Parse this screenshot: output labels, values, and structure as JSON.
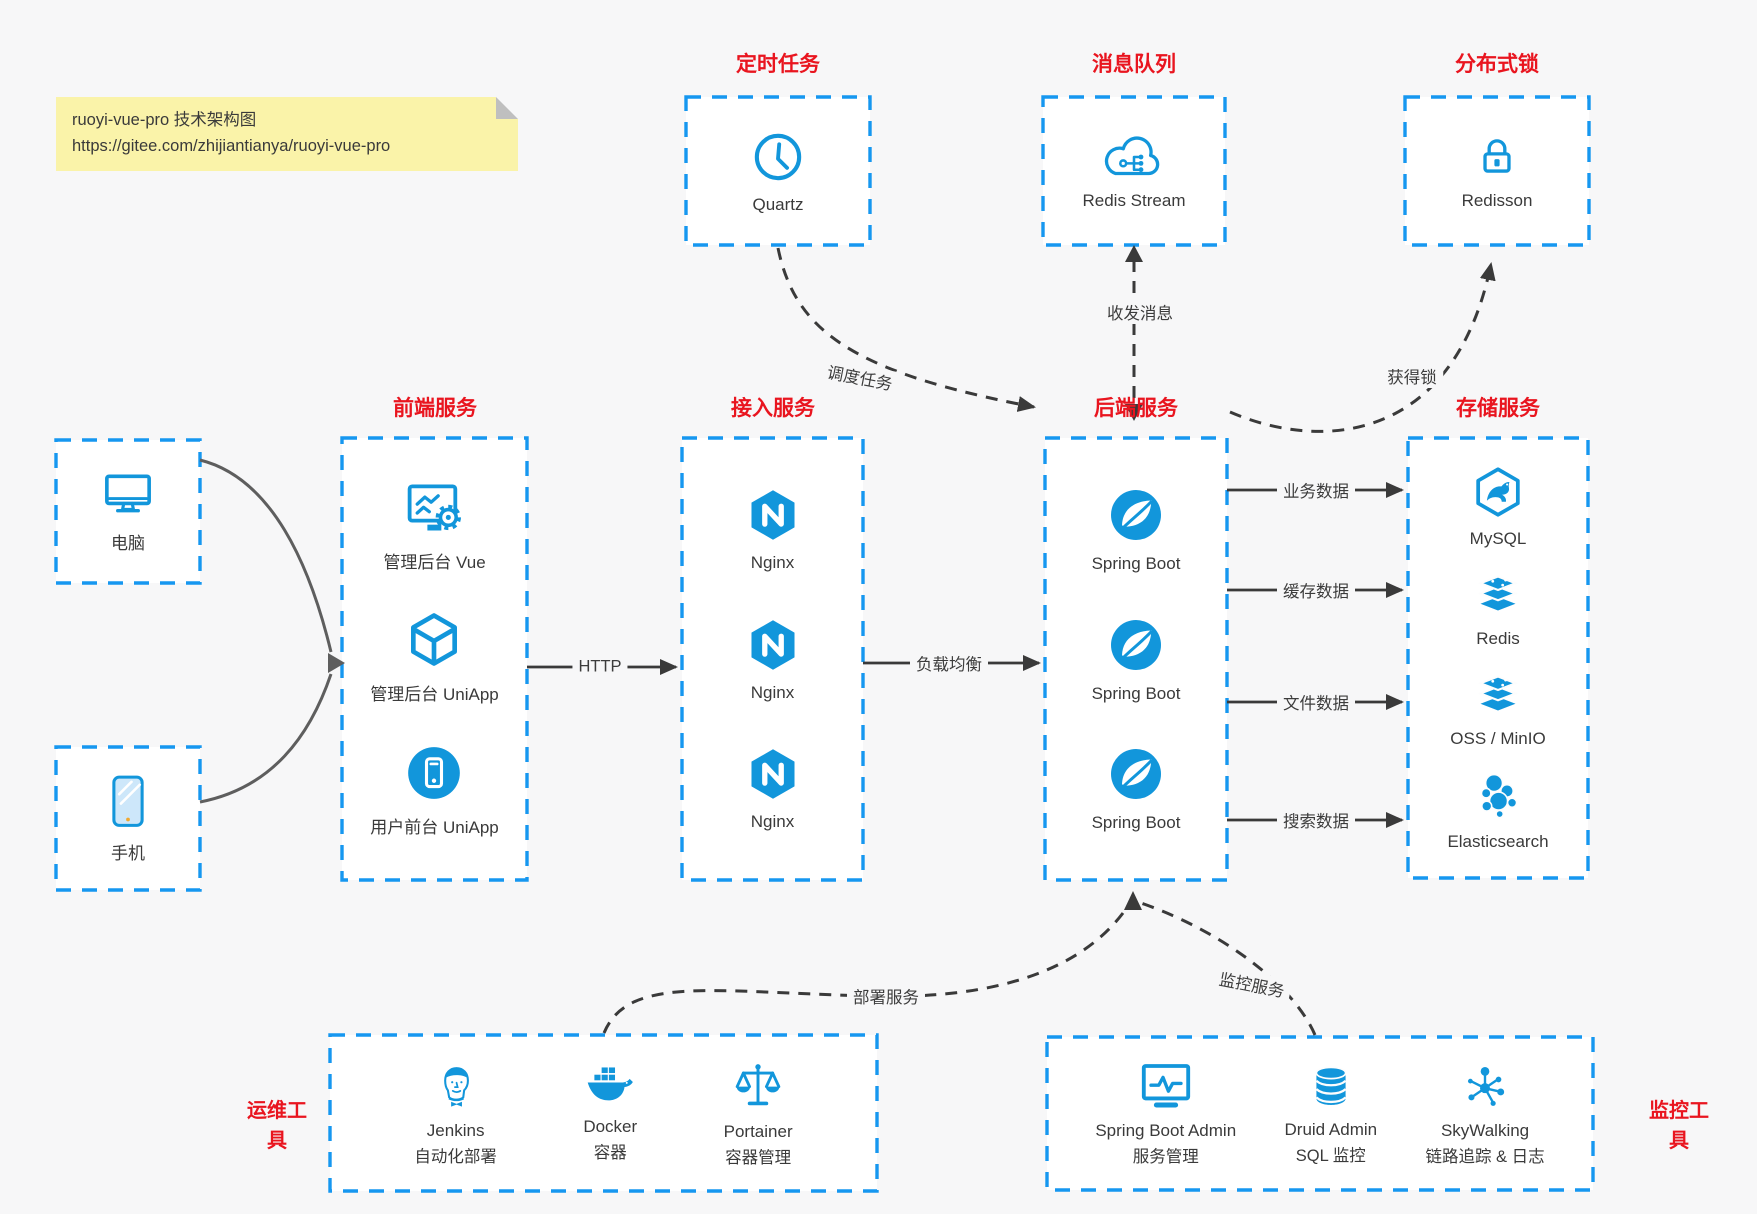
{
  "page": {
    "background": "#f7f7f8"
  },
  "colors": {
    "accent_blue": "#1296db",
    "dash_blue": "#1697f0",
    "title_red": "#e9151f",
    "note_yellow": "#faf3a9",
    "line_dark": "#3a3a3a",
    "line_gray": "#5e5e5e"
  },
  "note": {
    "line1": "ruoyi-vue-pro 技术架构图",
    "line2": "https://gitee.com/zhijiantianya/ruoyi-vue-pro"
  },
  "clients": [
    {
      "label": "电脑",
      "icon": "desktop-icon"
    },
    {
      "label": "手机",
      "icon": "smartphone-icon"
    }
  ],
  "groups": {
    "scheduler": {
      "title": "定时任务",
      "items": [
        {
          "label": "Quartz",
          "icon": "clock-icon"
        }
      ]
    },
    "mq": {
      "title": "消息队列",
      "items": [
        {
          "label": "Redis Stream",
          "icon": "cloud-network-icon"
        }
      ]
    },
    "lock": {
      "title": "分布式锁",
      "items": [
        {
          "label": "Redisson",
          "icon": "padlock-icon"
        }
      ]
    },
    "frontend": {
      "title": "前端服务",
      "items": [
        {
          "label": "管理后台 Vue",
          "icon": "admin-vue-icon"
        },
        {
          "label": "管理后台 UniApp",
          "icon": "cube-icon"
        },
        {
          "label": "用户前台 UniApp",
          "icon": "mobile-app-icon"
        }
      ]
    },
    "gateway": {
      "title": "接入服务",
      "items": [
        {
          "label": "Nginx",
          "icon": "nginx-icon"
        },
        {
          "label": "Nginx",
          "icon": "nginx-icon"
        },
        {
          "label": "Nginx",
          "icon": "nginx-icon"
        }
      ]
    },
    "backend": {
      "title": "后端服务",
      "items": [
        {
          "label": "Spring Boot",
          "icon": "spring-leaf-icon"
        },
        {
          "label": "Spring Boot",
          "icon": "spring-leaf-icon"
        },
        {
          "label": "Spring Boot",
          "icon": "spring-leaf-icon"
        }
      ]
    },
    "storage": {
      "title": "存储服务",
      "items": [
        {
          "label": "MySQL",
          "icon": "mysql-dolphin-icon"
        },
        {
          "label": "Redis",
          "icon": "redis-stack-icon"
        },
        {
          "label": "OSS / MinIO",
          "icon": "redis-stack-icon"
        },
        {
          "label": "Elasticsearch",
          "icon": "elasticsearch-icon"
        }
      ]
    },
    "ops": {
      "title": "运维工具",
      "items": [
        {
          "name": "Jenkins",
          "desc": "自动化部署",
          "icon": "jenkins-icon"
        },
        {
          "name": "Docker",
          "desc": "容器",
          "icon": "docker-whale-icon"
        },
        {
          "name": "Portainer",
          "desc": "容器管理",
          "icon": "scales-icon"
        }
      ]
    },
    "monitoring": {
      "title": "监控工具",
      "items": [
        {
          "name": "Spring Boot Admin",
          "desc": "服务管理",
          "icon": "monitor-chart-icon"
        },
        {
          "name": "Druid Admin",
          "desc": "SQL 监控",
          "icon": "database-icon"
        },
        {
          "name": "SkyWalking",
          "desc": "链路追踪 & 日志",
          "icon": "topology-icon"
        }
      ]
    }
  },
  "edges": {
    "http": "HTTP",
    "load_balance": "负载均衡",
    "biz_data": "业务数据",
    "cache_data": "缓存数据",
    "file_data": "文件数据",
    "search_data": "搜索数据",
    "schedule": "调度任务",
    "messaging": "收发消息",
    "acquire_lock": "获得锁",
    "deploy": "部署服务",
    "monitor": "监控服务"
  }
}
